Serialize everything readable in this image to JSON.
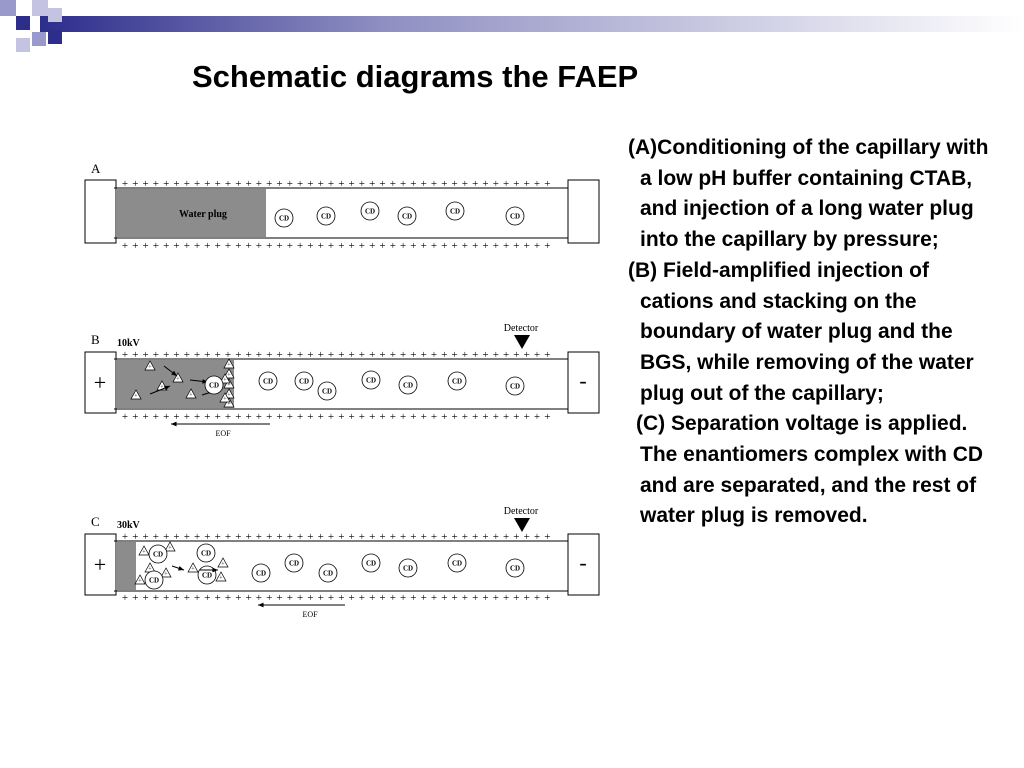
{
  "slide": {
    "title": "Schematic diagrams the FAEP"
  },
  "diagram": {
    "panels": [
      {
        "label": "A",
        "particle_label": "CD",
        "plug_label": "Water plug"
      },
      {
        "label": "B",
        "voltage": "10kV",
        "detector_label": "Detector",
        "eof_label": "EOF",
        "electrode_left": "+",
        "electrode_right": "-",
        "particle_label": "CD"
      },
      {
        "label": "C",
        "voltage": "30kV",
        "detector_label": "Detector",
        "eof_label": "EOF",
        "electrode_left": "+",
        "electrode_right": "-",
        "particle_label": "CD"
      }
    ],
    "wall_charge": "+",
    "colors": {
      "plug": "#8c8c8c",
      "line": "#000000"
    }
  },
  "description": {
    "items": [
      "(A)Conditioning of the capillary with a low pH buffer containing CTAB, and injection of a long water plug into the capillary by pressure;",
      "(B) Field-amplified injection of cations and stacking on the boundary of water plug and the BGS, while removing of the water plug out of the capillary;",
      "(C) Separation voltage is applied. The enantiomers complex with CD and are separated, and the rest of water plug is removed."
    ]
  },
  "decor": {
    "accent": "#2d2d8c",
    "accent_light": "#9999cc"
  }
}
